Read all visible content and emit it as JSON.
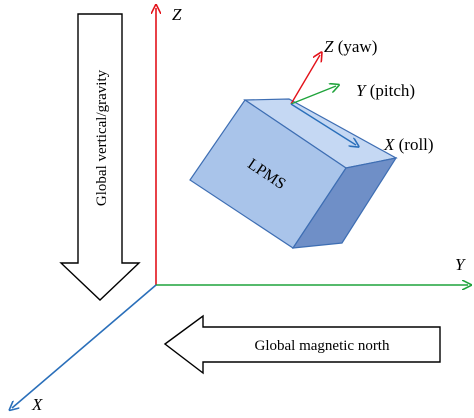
{
  "axes": {
    "z_letter": "Z",
    "y_letter": "Y",
    "x_letter": "X",
    "colors": {
      "z": "#e3121a",
      "y": "#1fa33b",
      "x": "#2a6fba"
    }
  },
  "sensor": {
    "label": "LPMS",
    "face_color": "#a9c4ea",
    "side_color": "#6f8fc7",
    "top_color": "#c5d8f3",
    "edge_color": "#3e6eb3",
    "local_axes": {
      "z_letter": "Z",
      "z_suffix": " (yaw)",
      "y_letter": "Y",
      "y_suffix": " (pitch)",
      "x_letter": "X",
      "x_suffix": " (roll)"
    }
  },
  "arrows": {
    "vertical_label": "Global vertical/gravity",
    "horizontal_label": "Global magnetic north"
  }
}
